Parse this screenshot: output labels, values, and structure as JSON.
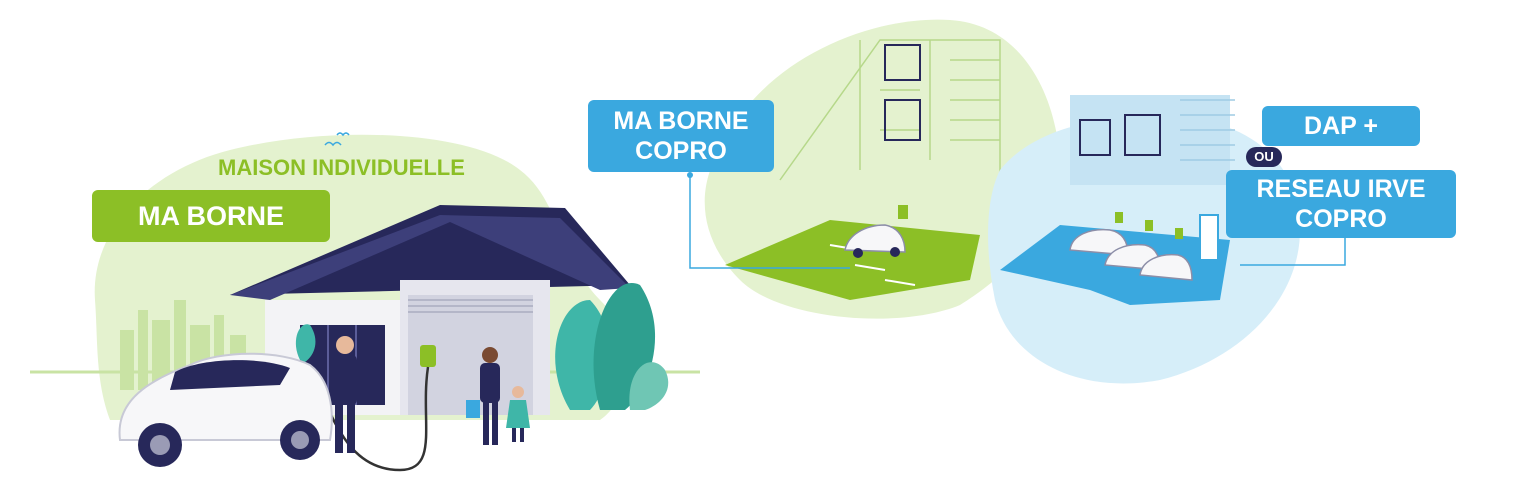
{
  "house": {
    "heading": "MAISON INDIVIDUELLE",
    "label": "MA BORNE"
  },
  "copro": {
    "label_line1": "MA BORNE",
    "label_line2": "COPRO"
  },
  "network": {
    "label_top": "DAP +",
    "connector": "OU",
    "label_line1": "RESEAU IRVE",
    "label_line2": "COPRO"
  },
  "colors": {
    "green": "#8cbf26",
    "light_green": "#e4f2cf",
    "blue": "#3aa8df",
    "light_blue": "#d6eef9",
    "navy": "#27285a",
    "teal": "#3fb6a8"
  }
}
